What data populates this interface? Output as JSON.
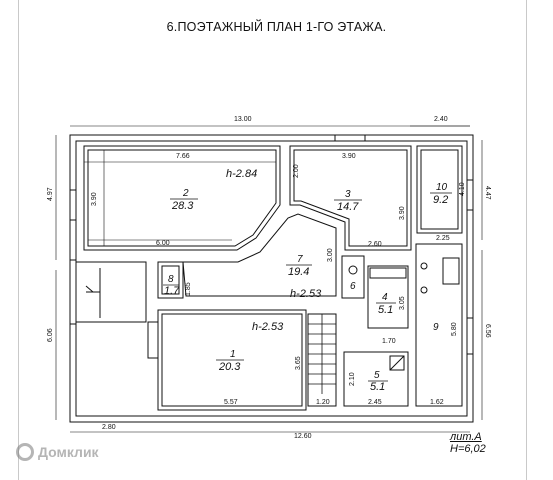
{
  "title": "6.ПОЭТАЖНЫЙ ПЛАН 1-ГО ЭТАЖА.",
  "dimensions": {
    "top_total": "13.00",
    "top_right": "2.40",
    "left_top": "4.97",
    "left_bottom": "6.06",
    "right_top": "4.47",
    "right_bottom": "6.56",
    "bottom_left": "2.80",
    "bottom_total": "12.60",
    "r2_top": "7.66",
    "r2_left": "3.90",
    "r2_bottom": "6.00",
    "r3_top": "3.90",
    "r3_left": "2.00",
    "r3_right": "3.90",
    "r3_bottom": "2.60",
    "r10_w": "4.10",
    "r9_top": "2.25",
    "r9_right": "5.80",
    "r9_bottom": "1.62",
    "r7_mid": "3.00",
    "r8_right": "1.85",
    "r4_right": "3.05",
    "r5_top": "1.70",
    "r5_left": "2.10",
    "r5_bottom": "2.45",
    "stair_bottom": "1.20",
    "r1_bottom": "5.57",
    "r1_right": "3.65"
  },
  "rooms": [
    {
      "num": "1",
      "area": "20.3"
    },
    {
      "num": "2",
      "area": "28.3"
    },
    {
      "num": "3",
      "area": "14.7"
    },
    {
      "num": "4",
      "area": "5.1"
    },
    {
      "num": "5",
      "area": "5.1"
    },
    {
      "num": "6",
      "area": ""
    },
    {
      "num": "7",
      "area": "19.4"
    },
    {
      "num": "8",
      "area": "1.7"
    },
    {
      "num": "9",
      "area": ""
    },
    {
      "num": "10",
      "area": "9.2"
    }
  ],
  "heights": {
    "h2": "h-2.84",
    "h7": "h-2.53",
    "h1": "h-2.53"
  },
  "lit_label": "лит.А",
  "lit_height": "H=6,02",
  "watermark": "Домклик"
}
